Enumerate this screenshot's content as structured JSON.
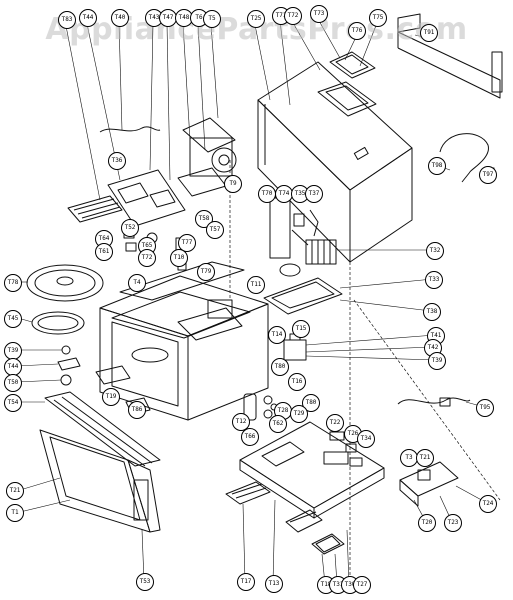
{
  "watermark": "AppliancePartsPros.com",
  "callouts": {
    "c01": "T83",
    "c02": "T44",
    "c03": "T40",
    "c04": "T43",
    "c05": "T47",
    "c06": "T48",
    "c07": "T6",
    "c08": "T5",
    "c09": "T25",
    "c10": "T71",
    "c11": "T72",
    "c12": "T73",
    "c13": "T76",
    "c14": "T75",
    "c15": "T91",
    "c16": "T36",
    "c17": "T70",
    "c18": "T74",
    "c19": "T35",
    "c20": "T37",
    "c21": "T32",
    "c22": "T33",
    "c23": "T98",
    "c24": "T97",
    "c25": "T9",
    "c26": "T58",
    "c27": "T57",
    "c28": "T52",
    "c29": "T64",
    "c30": "T61",
    "c31": "T65",
    "c32": "T72",
    "c33": "T77",
    "c34": "T10",
    "c35": "T79",
    "c36": "T78",
    "c37": "T45",
    "c38": "T39",
    "c39": "T44",
    "c40": "T50",
    "c41": "T54",
    "c42": "T21",
    "c43": "T1",
    "c44": "T4",
    "c45": "T11",
    "c46": "T14",
    "c47": "T15",
    "c48": "T16",
    "c49": "T19",
    "c50": "T86",
    "c51": "T80",
    "c52": "T80",
    "c53": "T28",
    "c54": "T29",
    "c55": "T12",
    "c56": "T66",
    "c57": "T62",
    "c58": "T22",
    "c59": "T26",
    "c60": "T34",
    "c61": "T41",
    "c62": "T42",
    "c63": "T95",
    "c64": "T53",
    "c65": "T17",
    "c66": "T13",
    "c67": "T18",
    "c68": "T31",
    "c69": "T30",
    "c70": "T27",
    "c71": "T20",
    "c72": "T38",
    "c73": "T39",
    "c74": "T23",
    "c75": "T24",
    "c76": "T3",
    "c77": "T21"
  }
}
